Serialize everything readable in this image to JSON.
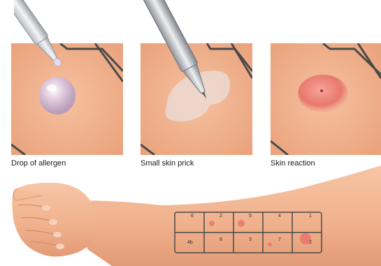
{
  "panels": [
    {
      "caption": "Drop of allergen"
    },
    {
      "caption": "Small skin prick"
    },
    {
      "caption": "Skin reaction"
    }
  ],
  "grid_marks": {
    "top": [
      "6",
      "2",
      "5",
      "4",
      "1"
    ],
    "bottom": [
      "4b",
      "8",
      "3",
      "7",
      "2"
    ]
  },
  "colors": {
    "skin": "#f2b48e",
    "skin_shadow": "#e39a74",
    "grid_line": "#4a4a4a",
    "reaction": "#e8786e"
  }
}
